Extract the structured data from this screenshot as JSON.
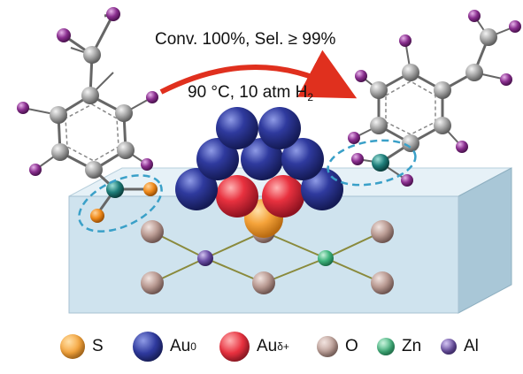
{
  "conditions": {
    "line1": "Conv. 100%, Sel. ≥ 99%",
    "line2_prefix": "90 °C, 10 atm H",
    "line2_sub": "2"
  },
  "legend": [
    {
      "symbol": "S",
      "sup": "",
      "color": "#f5a33a"
    },
    {
      "symbol": "Au",
      "sup": "0",
      "color": "#2f3a9e"
    },
    {
      "symbol": "Au",
      "sup": "δ+",
      "color": "#e8313f"
    },
    {
      "symbol": "O",
      "sup": "",
      "color": "#c4a7a0"
    },
    {
      "symbol": "Zn",
      "sup": "",
      "color": "#3fb47c"
    },
    {
      "symbol": "Al",
      "sup": "",
      "color": "#6b4fa6"
    }
  ],
  "colors": {
    "support": "#cfe3ee",
    "carbon": "#9c9c9c",
    "hydrogen": "#8a2f8f",
    "nitrogen": "#1f7e7a",
    "oxygen_adsorbed": "#f08b1c",
    "arrow": "#e0301e",
    "dashed_ellipse": "#3aa0c8"
  }
}
